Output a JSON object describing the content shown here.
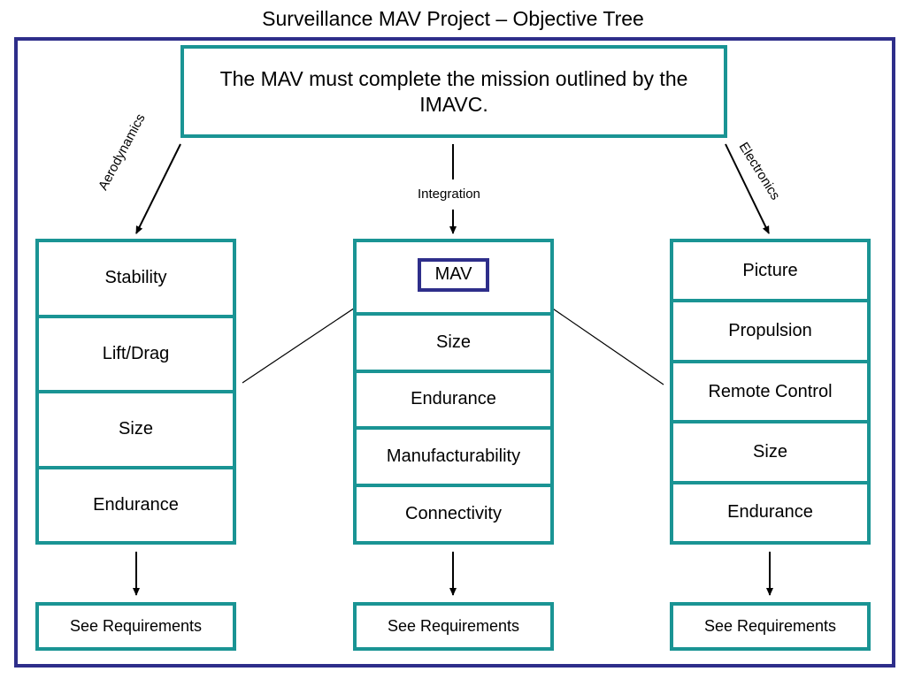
{
  "title": "Surveillance MAV Project – Objective Tree",
  "goal": "The MAV must complete the mission outlined by the IMAVC.",
  "branches": {
    "aerodynamics": "Aerodynamics",
    "integration": "Integration",
    "electronics": "Electronics"
  },
  "columns": {
    "aerodynamics": [
      "Stability",
      "Lift/Drag",
      "Size",
      "Endurance"
    ],
    "integration": [
      "MAV",
      "Size",
      "Endurance",
      "Manufacturability",
      "Connectivity"
    ],
    "electronics": [
      "Picture",
      "Propulsion",
      "Remote Control",
      "Size",
      "Endurance"
    ]
  },
  "requirements": {
    "aerodynamics": "See Requirements",
    "integration": "See Requirements",
    "electronics": "See Requirements"
  },
  "colors": {
    "box_border": "#1a9494",
    "frame_border": "#2e2e8a",
    "mav_border": "#2e2e8a"
  }
}
